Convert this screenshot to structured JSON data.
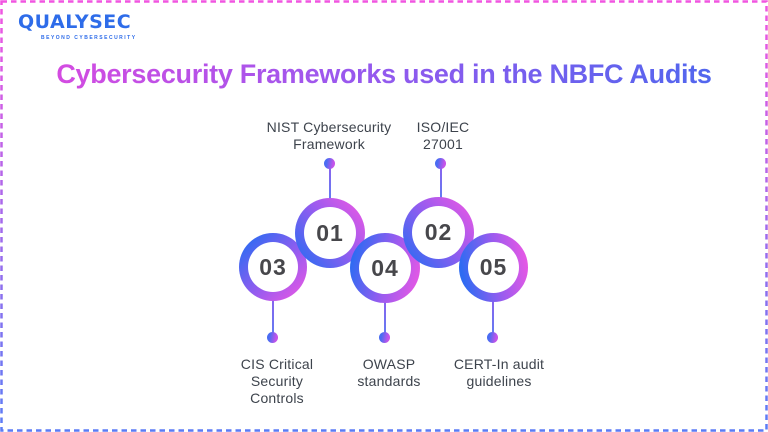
{
  "logo": {
    "name": "QUALYSEC",
    "tagline": "BEYOND CYBERSECURITY"
  },
  "title": "Cybersecurity Frameworks used in the NBFC Audits",
  "steps": [
    {
      "number": "01",
      "label": "NIST Cybersecurity\nFramework"
    },
    {
      "number": "02",
      "label": "ISO/IEC\n27001"
    },
    {
      "number": "03",
      "label": "CIS Critical\nSecurity\nControls"
    },
    {
      "number": "04",
      "label": "OWASP\nstandards"
    },
    {
      "number": "05",
      "label": "CERT-In audit\nguidelines"
    }
  ],
  "colors": {
    "logo_blue": "#2e6ce9",
    "title_gradient_start": "#d94ae0",
    "title_gradient_end": "#4c67ee",
    "ring_blue": "#2e6bf2",
    "ring_purple": "#9a5bef",
    "ring_pink": "#ea58e4",
    "border_gradient_top": "#f155e0",
    "border_gradient_bottom": "#5b7cf5",
    "number_text": "#47474b",
    "label_text": "#3d434c"
  }
}
